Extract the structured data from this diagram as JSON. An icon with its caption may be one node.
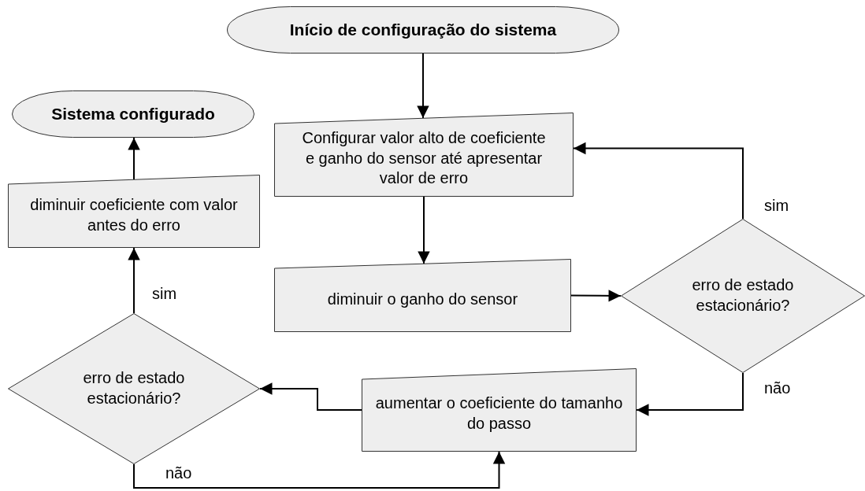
{
  "diagram": {
    "nodes": [
      {
        "text": [
          "Início de configuração do sistema"
        ]
      },
      {
        "text": [
          "Configurar valor alto de coeficiente e ganho do sensor até apresentar valor de erro"
        ]
      },
      {
        "text": [
          "diminuir o ganho do sensor"
        ]
      },
      {
        "text": [
          "erro de estado estacionário?"
        ]
      },
      {
        "text": [
          "aumentar o coeficiente do tamanho do passo"
        ]
      },
      {
        "text": [
          "erro de estado estacionário?"
        ]
      },
      {
        "text": [
          "diminuir coeficiente com valor antes do erro"
        ]
      },
      {
        "text": [
          "Sistema configurado"
        ]
      }
    ],
    "edges": [
      {
        "from": 0,
        "to": 1,
        "arrow": "to"
      },
      {
        "from": 1,
        "to": 2,
        "arrow": "to"
      },
      {
        "from": 2,
        "to": 3,
        "arrow": "to"
      },
      {
        "from": 3,
        "to": 1,
        "arrow": "to",
        "label": "sim"
      },
      {
        "from": 3,
        "to": 4,
        "arrow": "to",
        "label": "não"
      },
      {
        "from": 4,
        "to": 5,
        "arrow": "to"
      },
      {
        "from": 5,
        "to": 4,
        "arrow": "to",
        "label": "não"
      },
      {
        "from": 5,
        "to": 6,
        "arrow": "to",
        "label": "sim"
      },
      {
        "from": 6,
        "to": 7,
        "arrow": "to"
      }
    ]
  }
}
